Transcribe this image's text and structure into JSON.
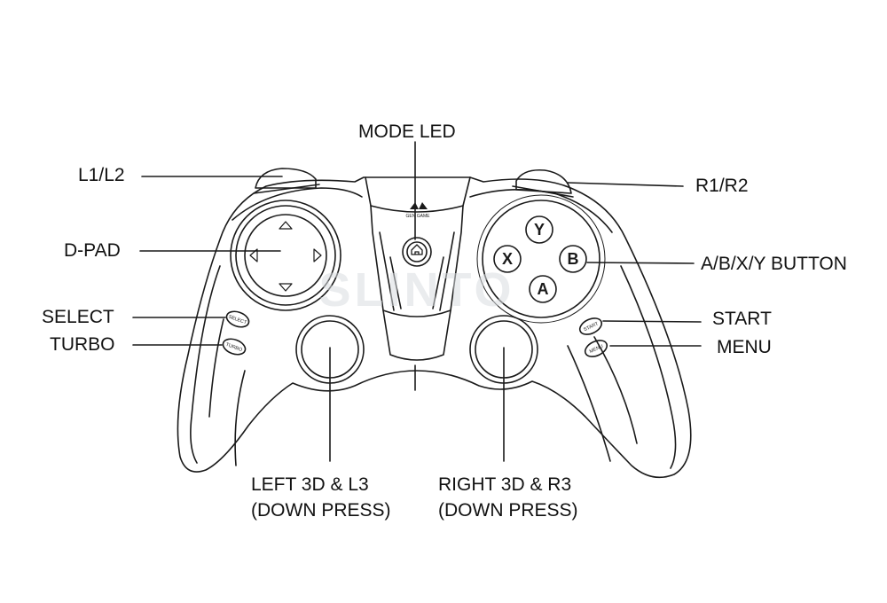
{
  "labels": {
    "mode_led": "MODE LED",
    "l1_l2": "L1/L2",
    "r1_r2": "R1/R2",
    "d_pad": "D-PAD",
    "abxy_button": "A/B/X/Y BUTTON",
    "select": "SELECT",
    "turbo": "TURBO",
    "start": "START",
    "menu": "MENU",
    "left_3d_line1": "LEFT 3D & L3",
    "left_3d_line2": "(DOWN PRESS)",
    "right_3d_line1": "RIGHT 3D & R3",
    "right_3d_line2": "(DOWN PRESS)"
  },
  "controller": {
    "face_buttons": {
      "y": "Y",
      "x": "X",
      "b": "B",
      "a": "A"
    },
    "small_buttons": {
      "select": "SELECT",
      "turbo": "TURBO",
      "start": "START",
      "menu": "MENU"
    },
    "brand_text": "GEN GAME",
    "watermark": "SLINTO"
  },
  "colors": {
    "line": "#1a1a1a",
    "background": "#ffffff",
    "watermark": "#d9dde0"
  },
  "icons": {
    "home_button": "home-icon",
    "logo": "wing-logo-icon"
  }
}
